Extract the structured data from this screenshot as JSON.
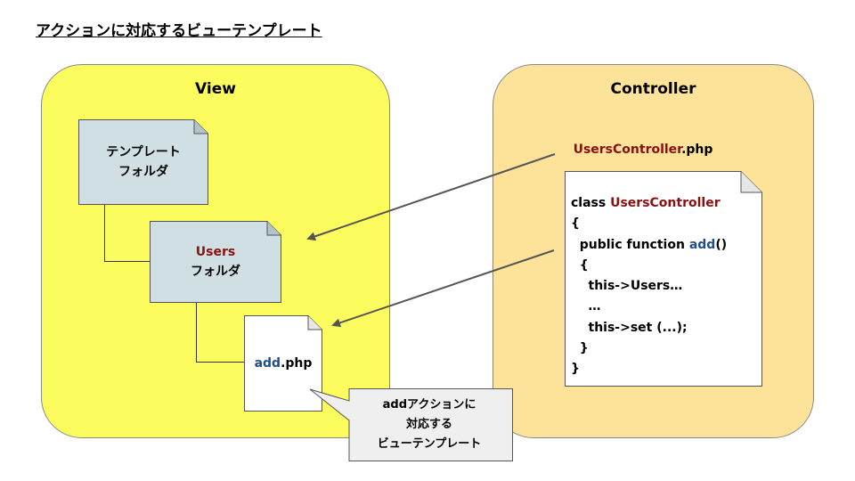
{
  "title": "アクションに対応するビューテンプレート",
  "view": {
    "title": "View",
    "template_folder": {
      "line1": "テンプレート",
      "line2": "フォルダ"
    },
    "users_folder": {
      "name": "Users",
      "line2": "フォルダ"
    },
    "add_file": {
      "name": "add",
      "ext": ".php"
    }
  },
  "controller": {
    "title": "Controller",
    "file": {
      "name": "UsersController",
      "ext": ".php"
    },
    "code": {
      "l1_kw": "class ",
      "l1_name": "UsersController",
      "l2": "{",
      "l3_kw": "  public function ",
      "l3_name": "add",
      "l3_end": "()",
      "l4": "  {",
      "l5": "    this->Users…",
      "l6": "    …",
      "l7": "    this->set (...);",
      "l8": "  }",
      "l9": "}"
    }
  },
  "callout": {
    "line1": "addアクションに",
    "line2": "対応する",
    "line3": "ビューテンプレート"
  },
  "colors": {
    "view_bg": "#fcfc5e",
    "controller_bg": "#fde39a",
    "folder_bg": "#d0dfe3",
    "name_maroon": "#8b1010",
    "name_blue": "#1f4e8c",
    "arrow": "#555555"
  }
}
